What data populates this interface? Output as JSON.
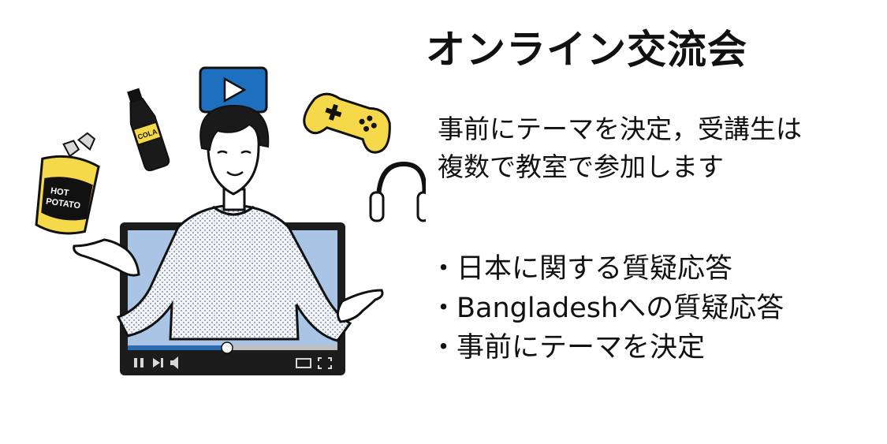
{
  "slide": {
    "title": "オンライン交流会",
    "lead_lines": [
      "事前にテーマを決定，受講生は",
      "複数で教室で参加します"
    ],
    "bullet_marker": "・",
    "bullets": [
      "日本に関する質疑応答",
      "Banglades​hへの質疑応答",
      "事前にテーマを決定"
    ]
  },
  "illustration": {
    "snack_bag_label": "HOT\nPOTATO",
    "bottle_label": "COLA",
    "video_progress": 0.47,
    "colors": {
      "screen": "#a9c4e4",
      "progress": "#2b6cb0",
      "play_button": "#1e6fc0",
      "yellow": "#f5d94a",
      "sweater_dots": "#9aa6b6"
    }
  }
}
